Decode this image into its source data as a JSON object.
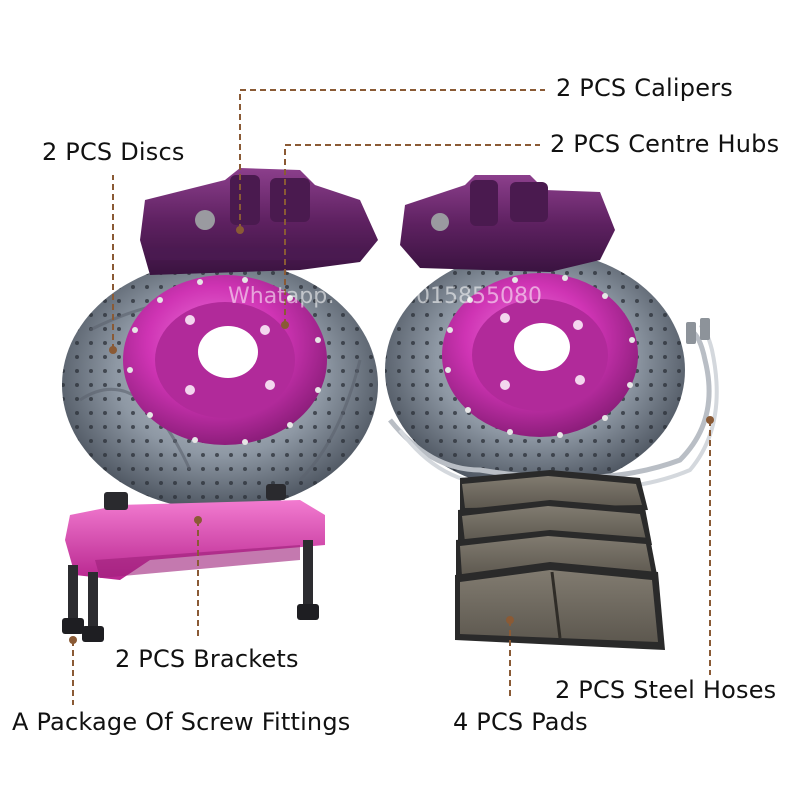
{
  "labels": {
    "calipers": "2 PCS Calipers",
    "discs": "2 PCS Discs",
    "centre_hubs": "2 PCS Centre Hubs",
    "brackets": "2 PCS Brackets",
    "steel_hoses": "2 PCS Steel Hoses",
    "screw_fittings": "A Package Of Screw Fittings",
    "pads": "4 PCS Pads"
  },
  "watermark": {
    "contact": "Whatapp:+86 19015855080"
  },
  "colors": {
    "caliper_purple": "#6a2a6b",
    "hub_magenta": "#d437b8",
    "bracket_pink": "#e34fb8",
    "disc_steel": "#8a95a3",
    "pad_grey": "#6f6a60",
    "leader_line": "#8a5a35"
  }
}
